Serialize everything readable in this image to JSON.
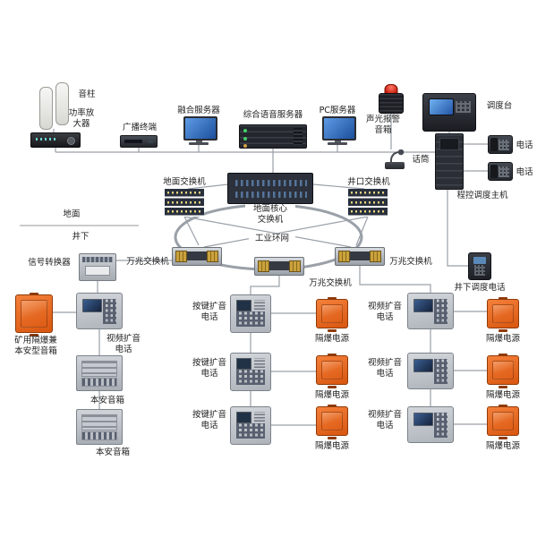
{
  "diagram": {
    "zones": {
      "surface": "地面",
      "underground": "井下"
    },
    "network": {
      "ring": "工业环网"
    },
    "colors": {
      "explosion_proof_orange": "#e8671e",
      "line_gray": "#9aa0a8",
      "label_text": "#222222"
    },
    "nodes": {
      "sound_column": "音柱",
      "power_amplifier": "功率放\n大器",
      "broadcast_terminal": "广播终端",
      "fusion_server": "融合服务器",
      "voice_server": "综合语音服务器",
      "pc_server": "PC服务器",
      "alarm_speaker": "声光报警\n音箱",
      "dispatch_console": "调度台",
      "microphone": "话筒",
      "dispatch_host": "程控调度主机",
      "telephone": "电话",
      "surface_switch": "地面交换机",
      "core_switch": "地面核心\n交换机",
      "wellhead_switch": "井口交换机",
      "ten_gig_switch": "万兆交换机",
      "signal_converter": "信号转换器",
      "mine_speaker": "矿用隔爆兼\n本安型音箱",
      "video_phone": "视频扩音\n电话",
      "intrinsic_speaker": "本安音箱",
      "key_phone": "按键扩音\n电话",
      "flameproof_power": "隔爆电源",
      "underground_dispatch_phone": "井下调度电话"
    }
  }
}
